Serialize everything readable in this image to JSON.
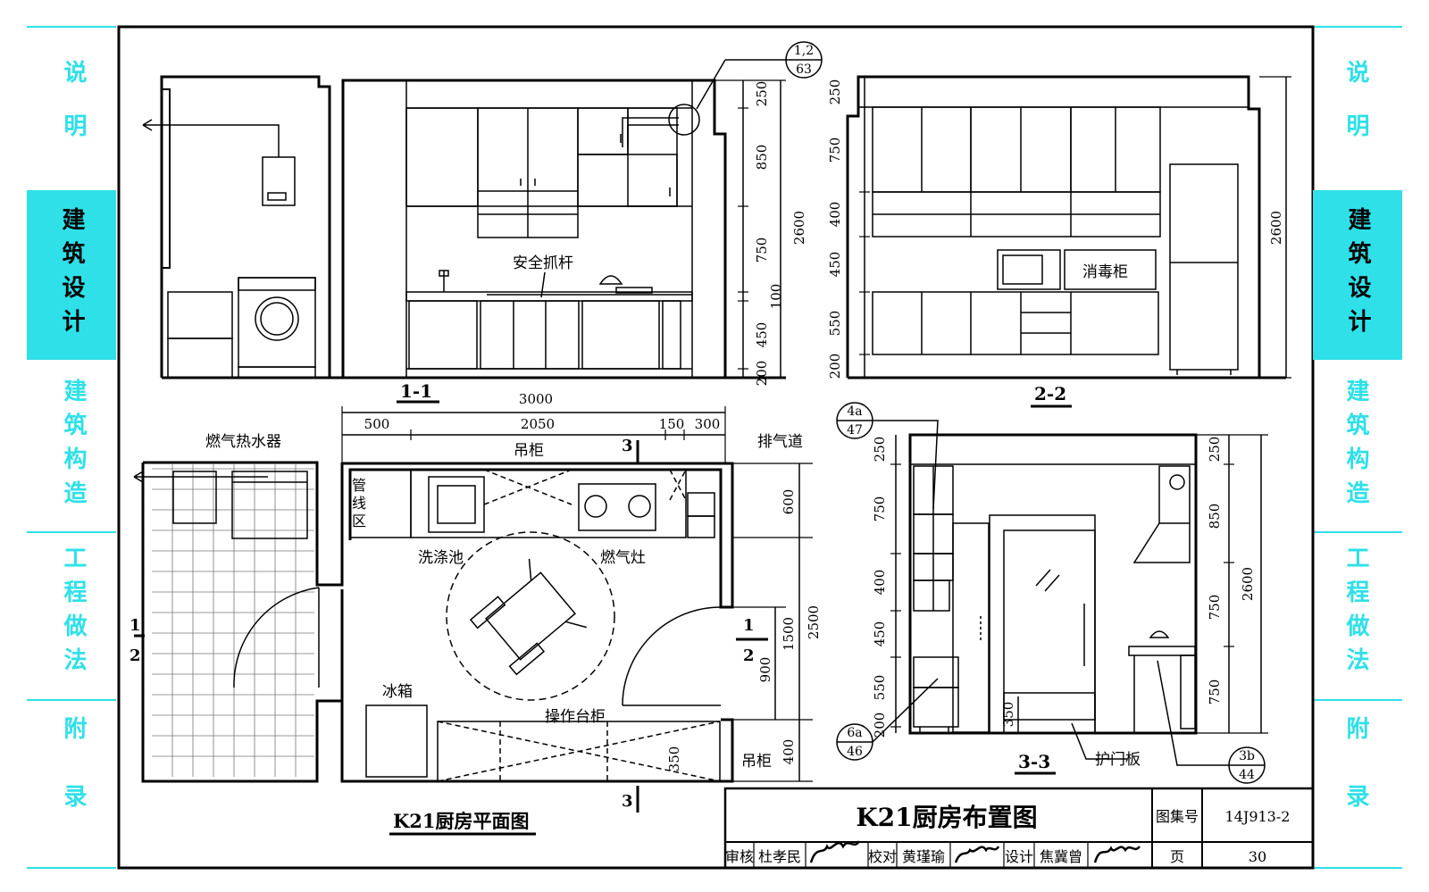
{
  "theme": {
    "accent": "#2fe0e8",
    "line": "#000000"
  },
  "sidebar": {
    "items": [
      {
        "label": "说明",
        "active": false
      },
      {
        "label": "建筑设计",
        "active": true
      },
      {
        "label": "建筑构造",
        "active": false
      },
      {
        "label": "工程做法",
        "active": false
      },
      {
        "label": "附录",
        "active": false
      }
    ]
  },
  "views": {
    "elevation_1": {
      "section_label": "1-1",
      "grab_bar_label": "安全抓杆",
      "detail_ref": {
        "top": "1,2",
        "bottom": "63"
      },
      "dims": [
        "250",
        "850",
        "750",
        "100",
        "450",
        "200",
        "2600"
      ]
    },
    "elevation_2": {
      "section_label": "2-2",
      "sterilizer_label": "消毒柜",
      "dims": [
        "250",
        "750",
        "400",
        "450",
        "550",
        "200",
        "2600"
      ]
    },
    "plan": {
      "title": "K21厨房平面图",
      "overall_width": "3000",
      "width_segments": [
        "500",
        "2050",
        "150",
        "300"
      ],
      "depth_dims": [
        "600",
        "2500",
        "1500",
        "900",
        "400",
        "350"
      ],
      "labels": {
        "water_heater": "燃气热水器",
        "wall_cabinet_top": "吊柜",
        "wall_cabinet_bottom": "吊柜",
        "exhaust_duct": "排气道",
        "pipe_zone": "管线区",
        "sink": "洗涤池",
        "stove": "燃气灶",
        "fridge": "冰箱",
        "counter": "操作台柜"
      },
      "section_marks": [
        "1",
        "2",
        "3",
        "3",
        "1",
        "2"
      ]
    },
    "elevation_3": {
      "section_label": "3-3",
      "door_guard_label": "护门板",
      "refs": [
        {
          "top": "4a",
          "bottom": "47"
        },
        {
          "top": "6a",
          "bottom": "46"
        },
        {
          "top": "3b",
          "bottom": "44"
        }
      ],
      "dims_left": [
        "250",
        "750",
        "400",
        "450",
        "550",
        "200"
      ],
      "dims_right": [
        "250",
        "850",
        "750",
        "750",
        "2600"
      ],
      "dim_350": "350"
    }
  },
  "title_block": {
    "drawing_title": "K21厨房布置图",
    "atlas_label": "图集号",
    "atlas_no": "14J913-2",
    "review_label": "审核",
    "reviewer": "杜孝民",
    "check_label": "校对",
    "checker": "黄瑾瑜",
    "design_label": "设计",
    "designer": "焦冀曾",
    "page_label": "页",
    "page_no": "30"
  }
}
